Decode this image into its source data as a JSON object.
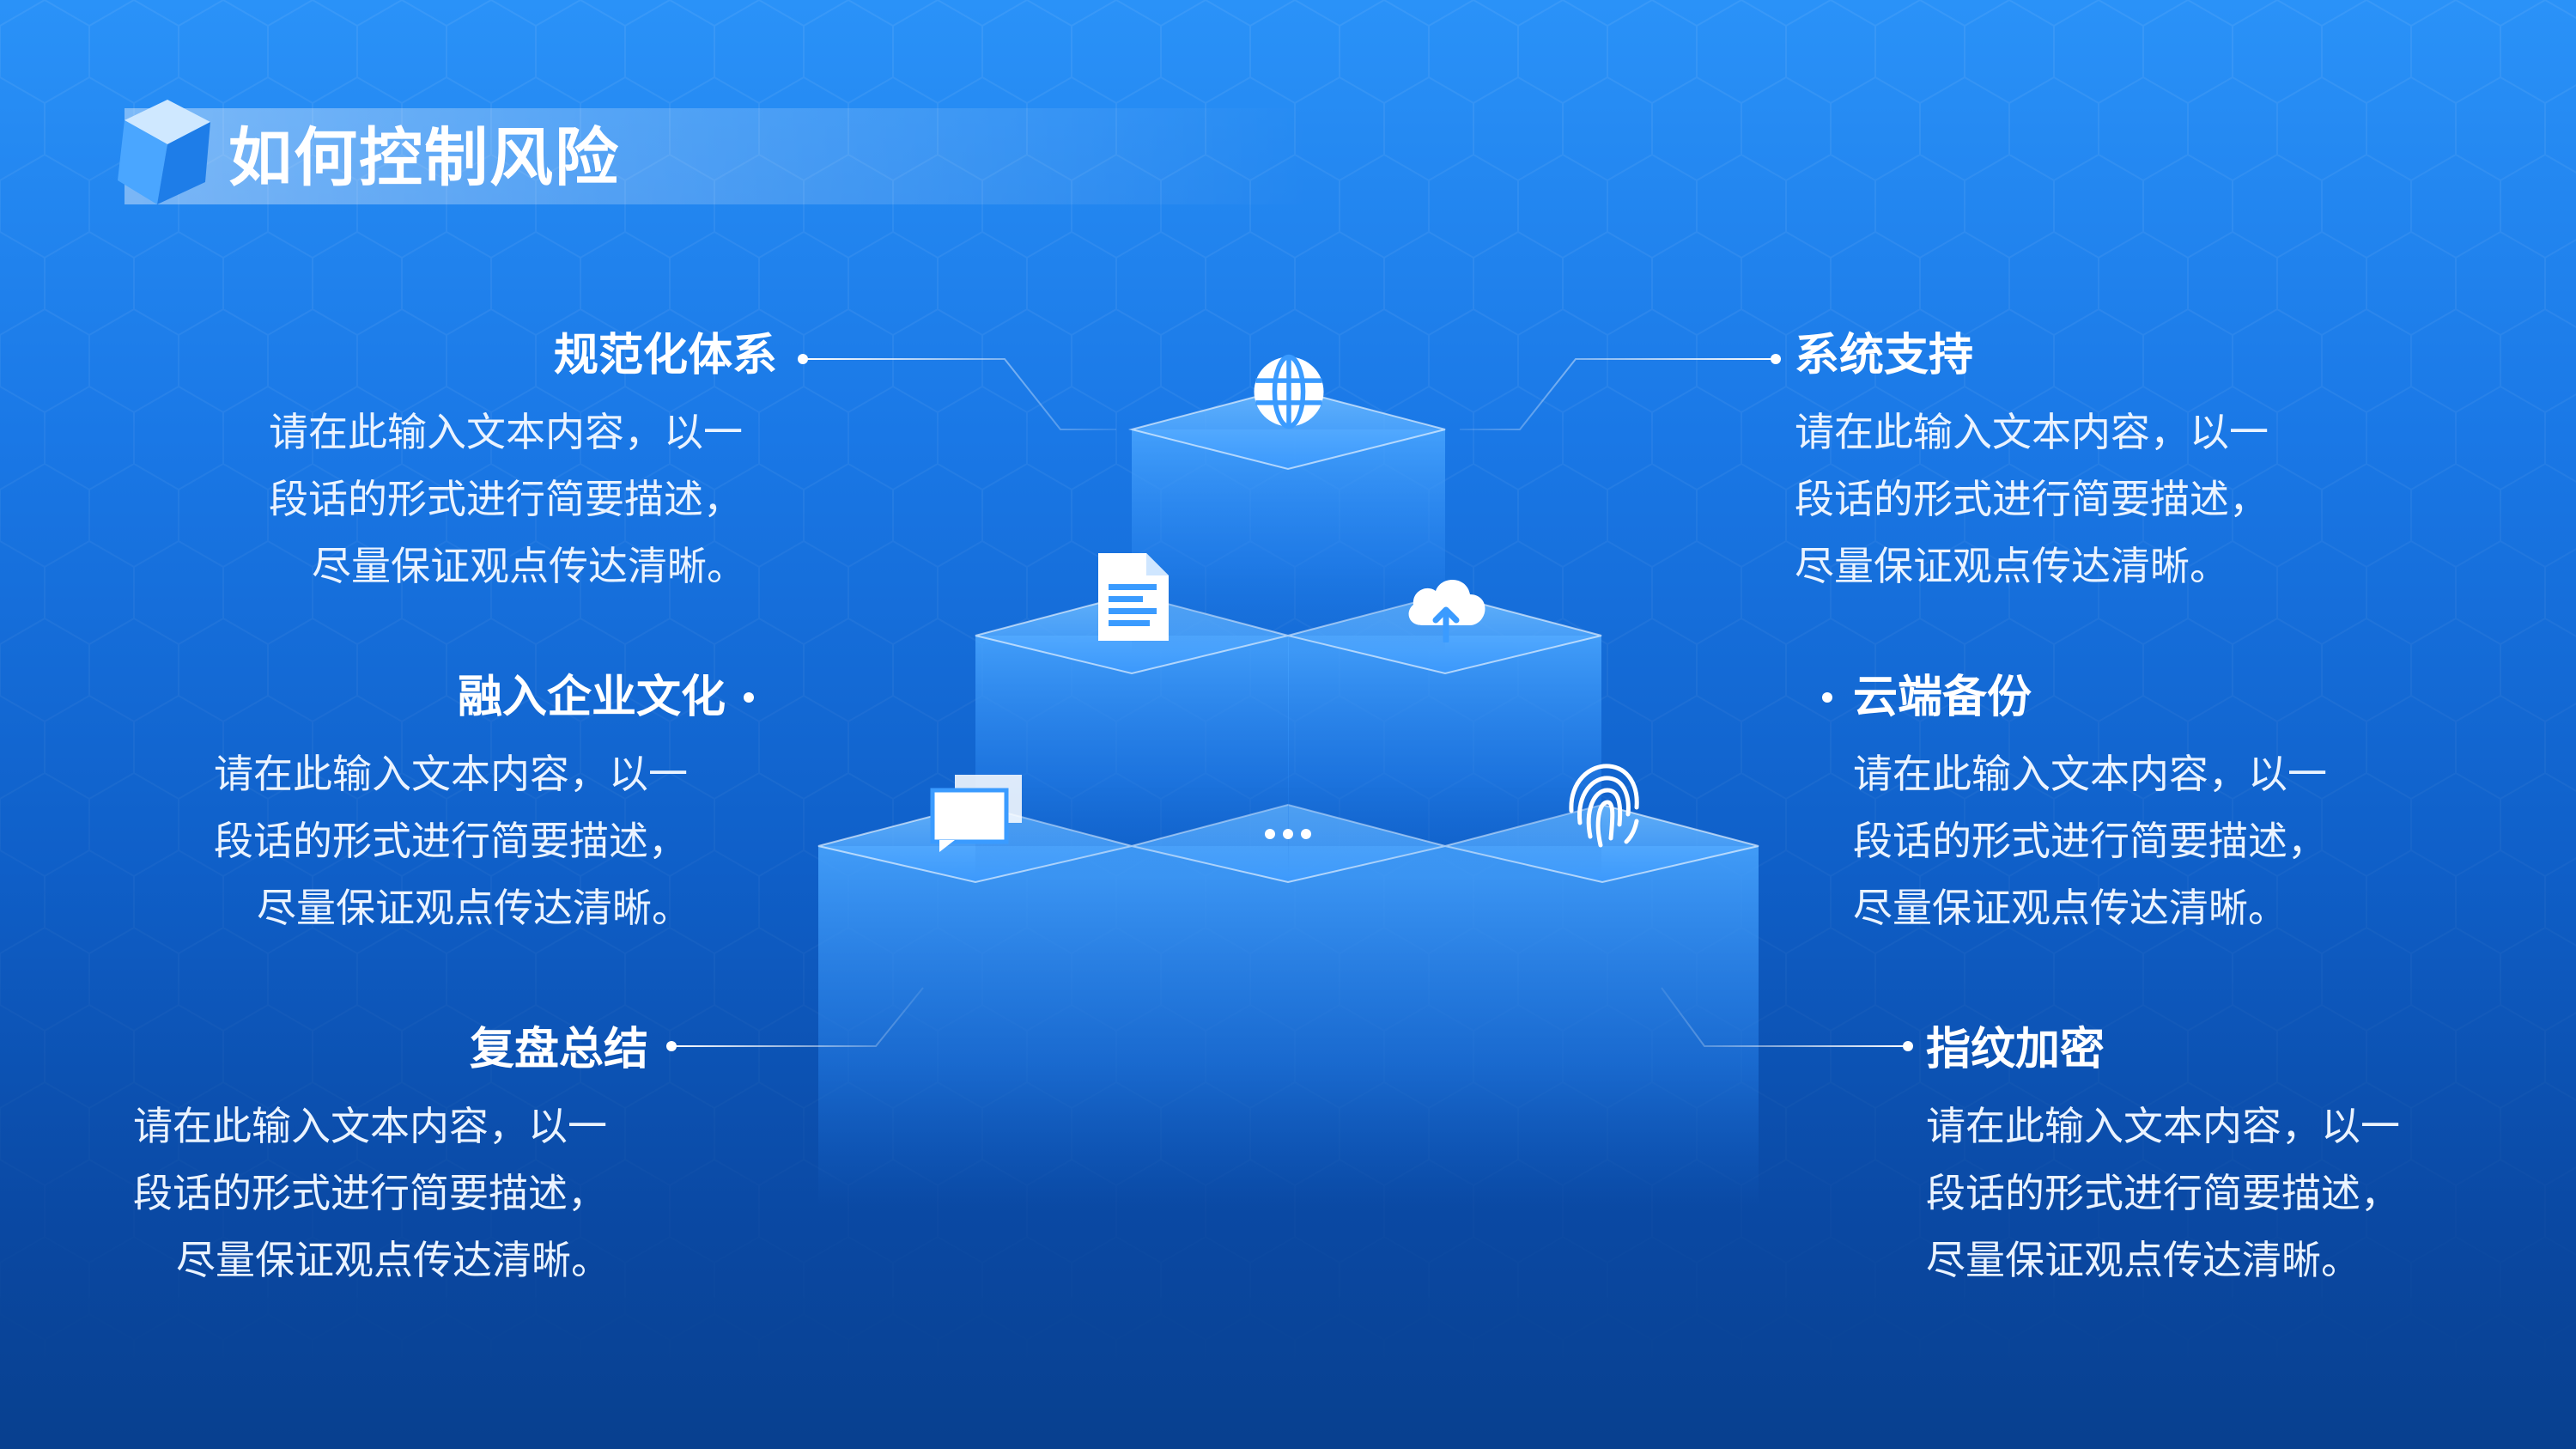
{
  "title": "如何控制风险",
  "colors": {
    "accent": "#2a92f8",
    "deep": "#08408f",
    "text": "#ffffff"
  },
  "items_left": [
    {
      "heading": "规范化体系",
      "lines": [
        "请在此输入文本内容，以一",
        "段话的形式进行简要描述，",
        "尽量保证观点传达清晰。"
      ]
    },
    {
      "heading": "融入企业文化",
      "lines": [
        "请在此输入文本内容，以一",
        "段话的形式进行简要描述，",
        "尽量保证观点传达清晰。"
      ]
    },
    {
      "heading": "复盘总结",
      "lines": [
        "请在此输入文本内容，以一",
        "段话的形式进行简要描述，",
        "尽量保证观点传达清晰。"
      ]
    }
  ],
  "items_right": [
    {
      "heading": "系统支持",
      "lines": [
        "请在此输入文本内容，以一",
        "段话的形式进行简要描述，",
        "尽量保证观点传达清晰。"
      ]
    },
    {
      "heading": "云端备份",
      "lines": [
        "请在此输入文本内容，以一",
        "段话的形式进行简要描述，",
        "尽量保证观点传达清晰。"
      ]
    },
    {
      "heading": "指纹加密",
      "lines": [
        "请在此输入文本内容，以一",
        "段话的形式进行简要描述，",
        "尽量保证观点传达清晰。"
      ]
    }
  ],
  "cube_icons": [
    "globe-icon",
    "document-icon",
    "cloud-upload-icon",
    "chat-icon",
    "more-dots-icon",
    "fingerprint-icon"
  ]
}
